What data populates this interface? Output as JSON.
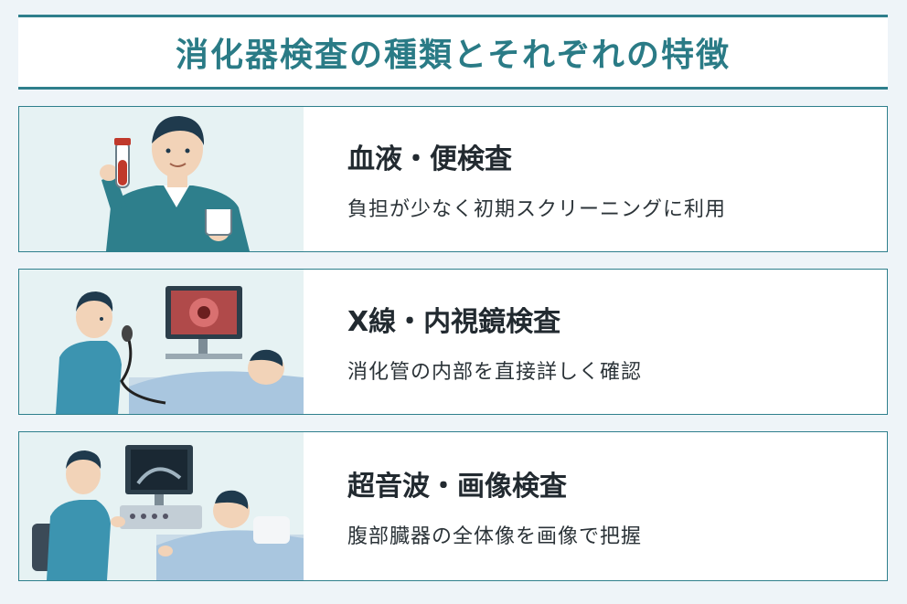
{
  "header": {
    "title": "消化器検査の種類とそれぞれの特徴"
  },
  "cards": [
    {
      "title": "血液・便検査",
      "description": "負担が少なく初期スクリーニングに利用",
      "icon": "blood-stool-test-illustration"
    },
    {
      "title": "X線・内視鏡検査",
      "description": "消化管の内部を直接詳しく確認",
      "icon": "endoscopy-illustration"
    },
    {
      "title": "超音波・画像検査",
      "description": "腹部臓器の全体像を画像で把握",
      "icon": "ultrasound-illustration"
    }
  ],
  "colors": {
    "accent": "#2e7f8c",
    "title_text": "#2a7b86",
    "illus_bg": "#e6f2f3"
  }
}
